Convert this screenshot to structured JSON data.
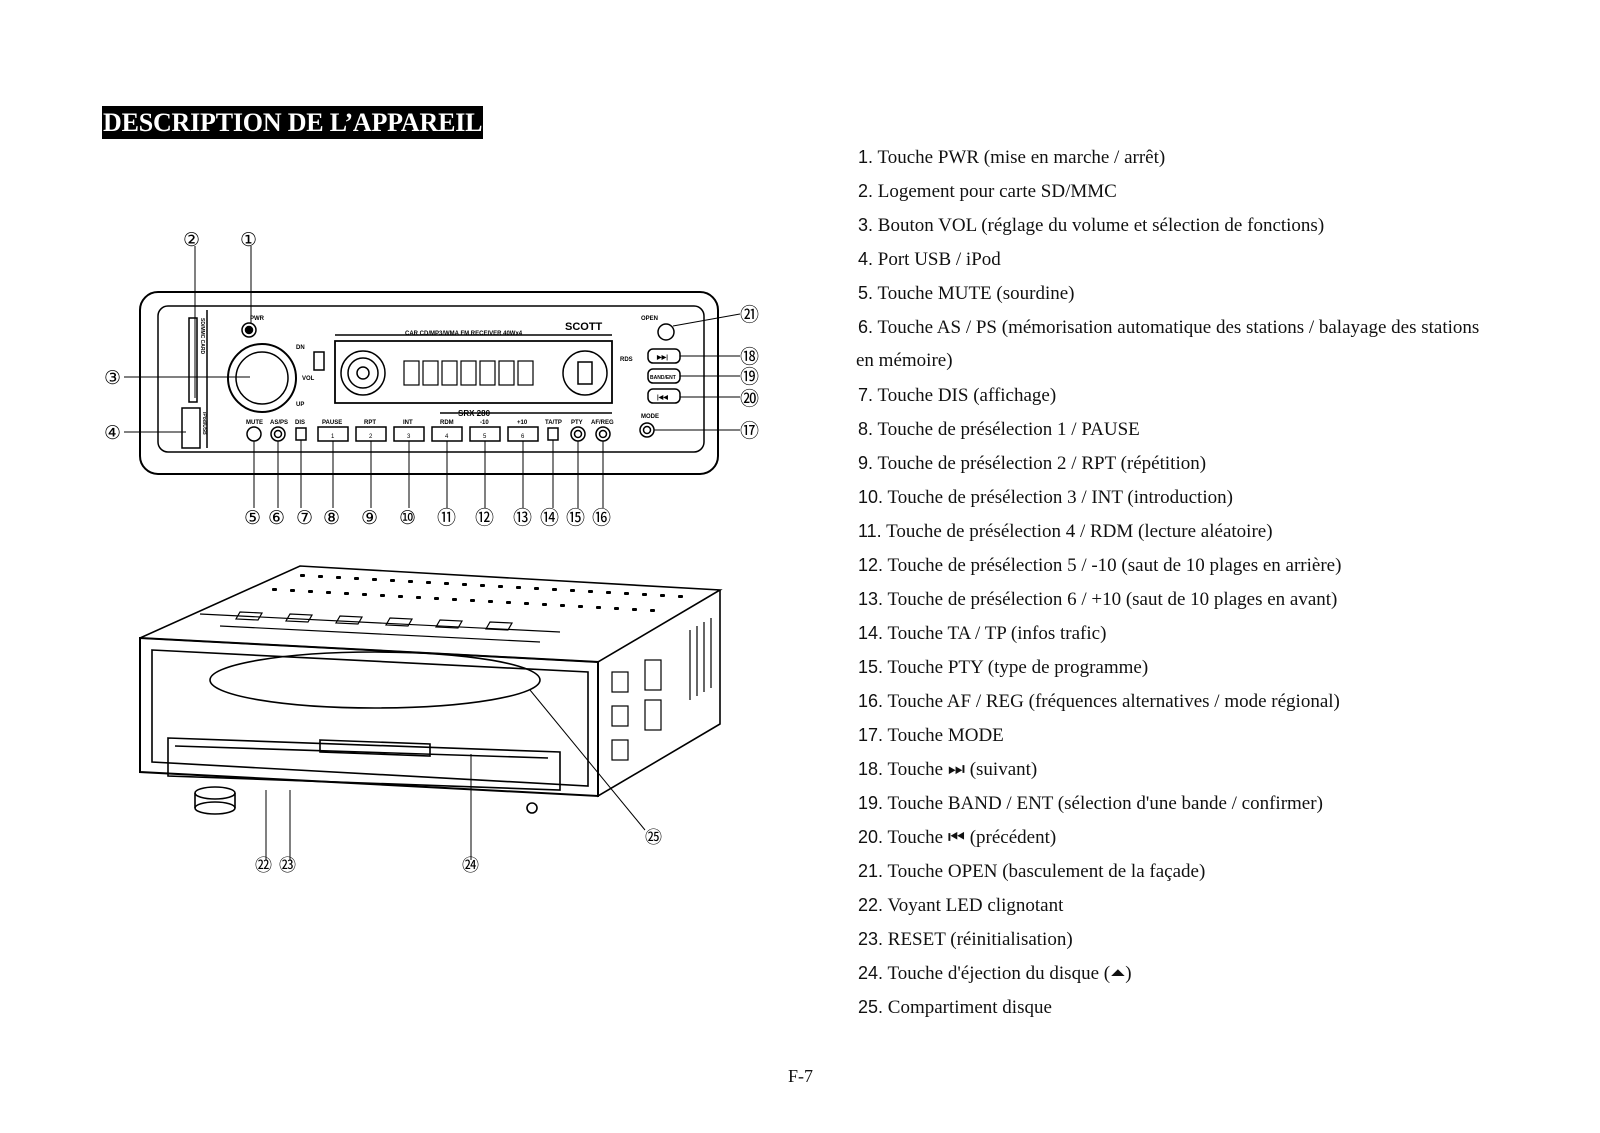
{
  "page": {
    "title": "DESCRIPTION DE L’APPAREIL",
    "footer": "F-7"
  },
  "front_panel": {
    "model_banner": "CAR CD/MP3/WMA FM RECEIVER 40Wx4",
    "brand": "SCOTT",
    "model": "SRX 280",
    "sd_label": "SD/MMC CARD",
    "usb_label": "iPod/USB",
    "labels": {
      "pwr": "PWR",
      "open": "OPEN",
      "mode": "MODE",
      "dn": "DN",
      "vol": "VOL",
      "up": "UP",
      "mute": "MUTE",
      "asps": "AS/PS",
      "dis": "DIS",
      "pause": "PAUSE",
      "rpt": "RPT",
      "int": "INT",
      "rdm": "RDM",
      "minus10": "-10",
      "plus10": "+10",
      "tatp": "TA/TP",
      "pty": "PTY",
      "afreg": "AF/REG",
      "band": "BAND/ENT",
      "rds": "RDS",
      "next": "▶▶|",
      "prev": "|◀◀"
    },
    "preset_numbers": [
      "1",
      "2",
      "3",
      "4",
      "5",
      "6"
    ],
    "callouts_top": [
      "②",
      "①"
    ],
    "callouts_left": [
      "③",
      "④"
    ],
    "callouts_right": [
      "㉑",
      "⑱",
      "⑲",
      "⑳",
      "⑰"
    ],
    "callouts_bottom": [
      "⑤",
      "⑥",
      "⑦",
      "⑧",
      "⑨",
      "⑩",
      "⑪",
      "⑫",
      "⑬",
      "⑭",
      "⑮",
      "⑯"
    ]
  },
  "unit_view": {
    "callouts": [
      "㉒",
      "㉓",
      "㉔",
      "㉕"
    ]
  },
  "items": [
    {
      "num": "1.",
      "text": "Touche PWR (mise en marche / arrêt)"
    },
    {
      "num": "2.",
      "text": "Logement pour carte SD/MMC"
    },
    {
      "num": "3.",
      "text": "Bouton VOL (réglage du volume et sélection de fonctions)"
    },
    {
      "num": "4.",
      "text": "Port USB / iPod"
    },
    {
      "num": "5.",
      "text": "Touche MUTE (sourdine)"
    },
    {
      "num": "6.",
      "text": "Touche AS / PS (mémorisation automatique des stations / balayage des stations",
      "cont": "en mémoire)"
    },
    {
      "num": "7.",
      "text": "Touche DIS (affichage)"
    },
    {
      "num": "8.",
      "text": "Touche de présélection 1 / PAUSE"
    },
    {
      "num": "9.",
      "text": "Touche de présélection 2 / RPT (répétition)"
    },
    {
      "num": "10.",
      "text": "Touche de présélection 3 / INT (introduction)"
    },
    {
      "num": "11.",
      "text": "Touche de présélection 4 / RDM (lecture aléatoire)"
    },
    {
      "num": "12.",
      "text": "Touche de présélection 5 / -10 (saut de 10 plages en arrière)"
    },
    {
      "num": "13.",
      "text": "Touche de présélection 6 / +10 (saut de 10 plages en avant)"
    },
    {
      "num": "14.",
      "text": "Touche TA / TP (infos trafic)"
    },
    {
      "num": "15.",
      "text": "Touche PTY (type de programme)"
    },
    {
      "num": "16.",
      "text": "Touche AF / REG (fréquences alternatives / mode régional)"
    },
    {
      "num": "17.",
      "text": "Touche MODE"
    },
    {
      "num": "18.",
      "text": "Touche ⏭ (suivant)"
    },
    {
      "num": "19.",
      "text": "Touche BAND / ENT (sélection d'une bande / confirmer)"
    },
    {
      "num": "20.",
      "text": "Touche ⏮ (précédent)"
    },
    {
      "num": "21.",
      "text": "Touche OPEN (basculement de la façade)"
    },
    {
      "num": "22.",
      "text": "Voyant LED clignotant"
    },
    {
      "num": "23.",
      "text": "RESET (réinitialisation)"
    },
    {
      "num": "24.",
      "text": "Touche d'éjection du disque (⏶)"
    },
    {
      "num": "25.",
      "text": "Compartiment disque"
    }
  ]
}
